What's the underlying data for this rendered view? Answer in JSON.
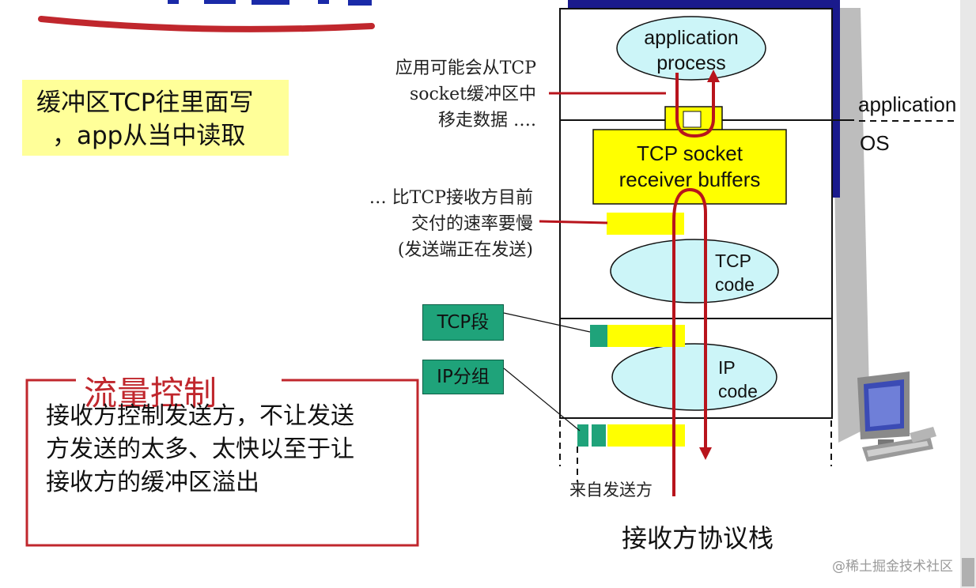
{
  "note": {
    "line1": "缓冲区TCP往里面写",
    "line2": "，app从当中读取"
  },
  "annotations": {
    "app_remove": [
      "应用可能会从TCP",
      "socket缓冲区中",
      "移走数据 …."
    ],
    "slower_rate": [
      "… 比TCP接收方目前",
      "交付的速率要慢",
      "(发送端正在发送)"
    ]
  },
  "stack": {
    "application_process": [
      "application",
      "process"
    ],
    "socket_buffers": [
      "TCP socket",
      "receiver buffers"
    ],
    "tcp_code": [
      "TCP",
      "code"
    ],
    "ip_code": [
      "IP",
      "code"
    ],
    "layer_application": "application",
    "layer_os": "OS",
    "caption": "接收方协议栈"
  },
  "tags": {
    "tcp_segment": "TCP段",
    "ip_packet": "IP分组"
  },
  "flow_control": {
    "title": "流量控制",
    "body": [
      "接收方控制发送方，不让发送",
      "方发送的太多、太快以至于让",
      "接收方的缓冲区溢出"
    ]
  },
  "from_sender": "来自发送方",
  "watermark": "@稀土掘金技术社区",
  "colors": {
    "accent_red": "#c0272d",
    "arrow_red": "#b8141c",
    "yellow": "#ffff00",
    "note_yellow": "#ffff99",
    "ellipse_fill": "#ccf5f8",
    "green": "#1fa37a",
    "navy": "#1a1a8c"
  },
  "icons": {
    "computer": "desktop-computer-icon"
  }
}
